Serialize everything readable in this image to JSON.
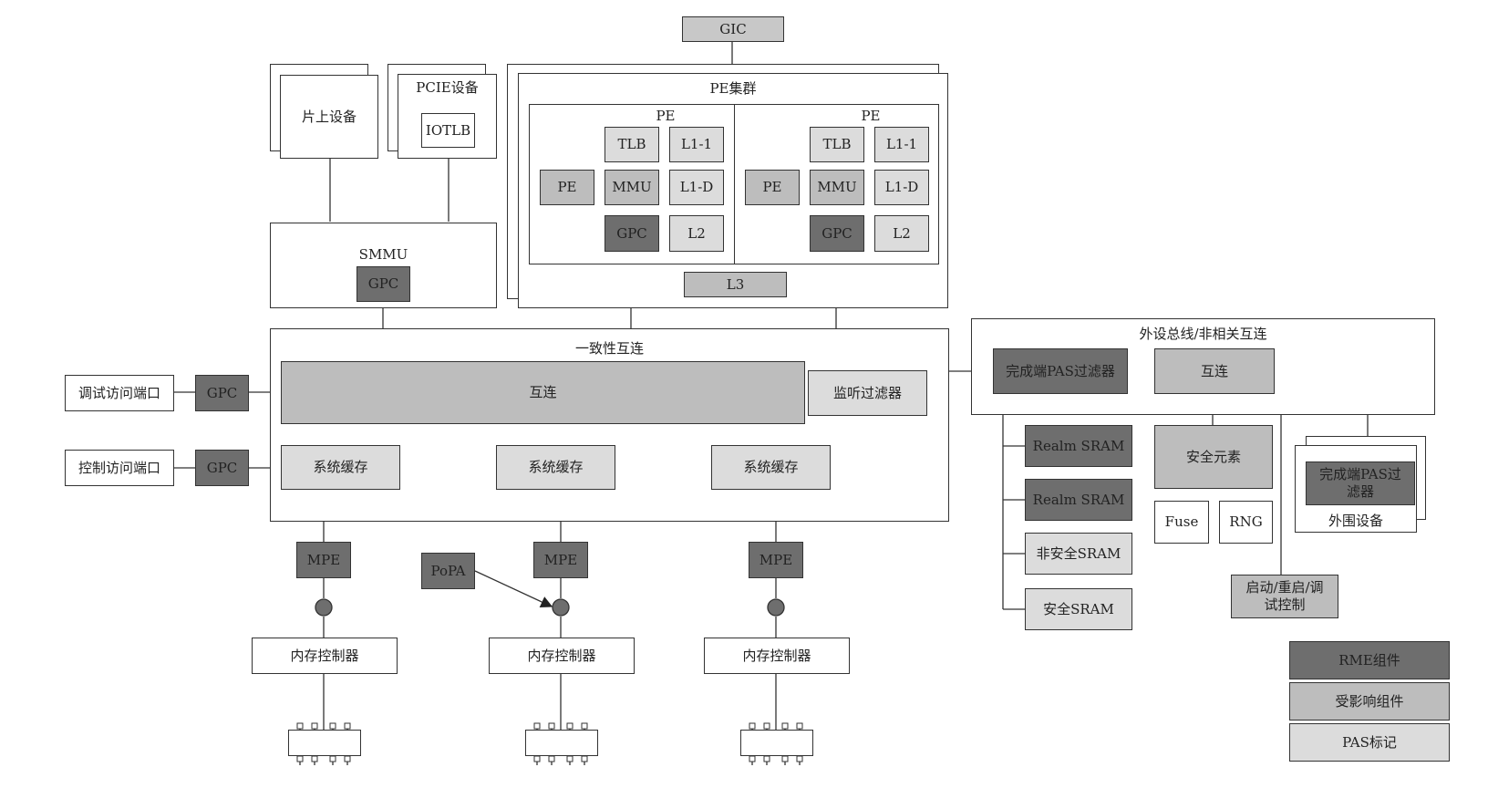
{
  "top": {
    "gic": "GIC"
  },
  "devices": {
    "onchip": "片上设备",
    "pcie": "PCIE设备",
    "iotlb": "IOTLB"
  },
  "smmu": {
    "title": "SMMU",
    "gpc": "GPC"
  },
  "pe_cluster": {
    "title": "PE集群",
    "pe_groups": [
      {
        "title": "PE",
        "pe": "PE",
        "tlb": "TLB",
        "l1i": "L1-1",
        "mmu": "MMU",
        "l1d": "L1-D",
        "gpc": "GPC",
        "l2": "L2"
      },
      {
        "title": "PE",
        "pe": "PE",
        "tlb": "TLB",
        "l1i": "L1-1",
        "mmu": "MMU",
        "l1d": "L1-D",
        "gpc": "GPC",
        "l2": "L2"
      }
    ],
    "l3": "L3"
  },
  "coherent": {
    "title": "一致性互连",
    "interconnect": "互连",
    "snoop_filter": "监听过滤器",
    "caches": [
      "系统缓存",
      "系统缓存",
      "系统缓存"
    ]
  },
  "ports": [
    {
      "label": "调试访问端口",
      "gpc": "GPC"
    },
    {
      "label": "控制访问端口",
      "gpc": "GPC"
    }
  ],
  "memory": {
    "mpe": [
      "MPE",
      "MPE",
      "MPE"
    ],
    "popa": "PoPA",
    "controllers": [
      "内存控制器",
      "内存控制器",
      "内存控制器"
    ]
  },
  "peripheral": {
    "title": "外设总线/非相关互连",
    "completer_filter": "完成端PAS过滤器",
    "interconnect": "互连",
    "srams": [
      "Realm SRAM",
      "Realm SRAM",
      "非安全SRAM",
      "安全SRAM"
    ],
    "secure_element": "安全元素",
    "fuse": "Fuse",
    "rng": "RNG",
    "boot_ctrl": "启动/重启/调试控制",
    "ext_filter": "完成端PAS过滤器",
    "ext_device": "外围设备"
  },
  "legend": {
    "items": [
      {
        "label": "RME组件",
        "color": "#6e6e6e"
      },
      {
        "label": "受影响组件",
        "color": "#bdbdbd"
      },
      {
        "label": "PAS标记",
        "color": "#dcdcdc"
      }
    ]
  }
}
